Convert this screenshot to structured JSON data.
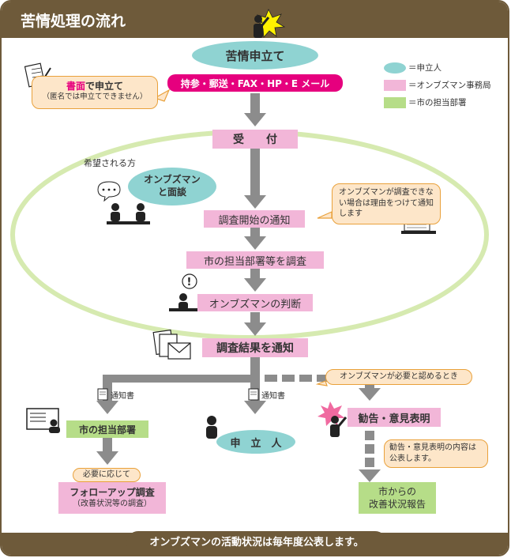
{
  "title": "苦情処理の流れ",
  "legend": [
    {
      "label": "＝申立人",
      "color": "#8fd3d2"
    },
    {
      "label": "＝オンブズマン事務局",
      "color": "#f2b6d8"
    },
    {
      "label": "＝市の担当部署",
      "color": "#b6dd88"
    }
  ],
  "steps": {
    "complaint": "苦情申立て",
    "methods": "持参・郵送・FAX・HP・E メール",
    "reception": "受　　付",
    "interview": "オンブズマン\nと面談",
    "investigation_notice": "調査開始の通知",
    "investigation": "市の担当部署等を調査",
    "judgment": "オンブズマンの判断",
    "result_notice": "調査結果を通知",
    "department": "市の担当部署",
    "applicant": "申　立　人",
    "recommendation": "勧告・意見表明",
    "followup_title": "フォローアップ調査",
    "followup_sub": "（改善状況等の調査）",
    "report": "市からの\n改善状況報告"
  },
  "callouts": {
    "written_bold": "書面",
    "written_rest": "で申立て",
    "written_note": "（匿名では申立てできません）",
    "no_investigation": "オンブズマンが調査できない場合は理由をつけて通知します",
    "when_needed": "オンブズマンが必要と認めるとき",
    "if_necessary": "必要に応じて",
    "publication": "勧告・意見表明の内容は公表します。"
  },
  "labels": {
    "desired": "希望される方",
    "notice_doc_1": "通知書",
    "notice_doc_2": "通知書"
  },
  "footer": "オンブズマンの活動状況は毎年度公表します。",
  "colors": {
    "brown": "#6e5a3a",
    "pink": "#f2b6d8",
    "green": "#b6dd88",
    "teal": "#8fd3d2",
    "magenta": "#e6007e",
    "arrow": "#8c8c8c",
    "callout_fill": "#fde6c9",
    "callout_border": "#e9a13b"
  }
}
